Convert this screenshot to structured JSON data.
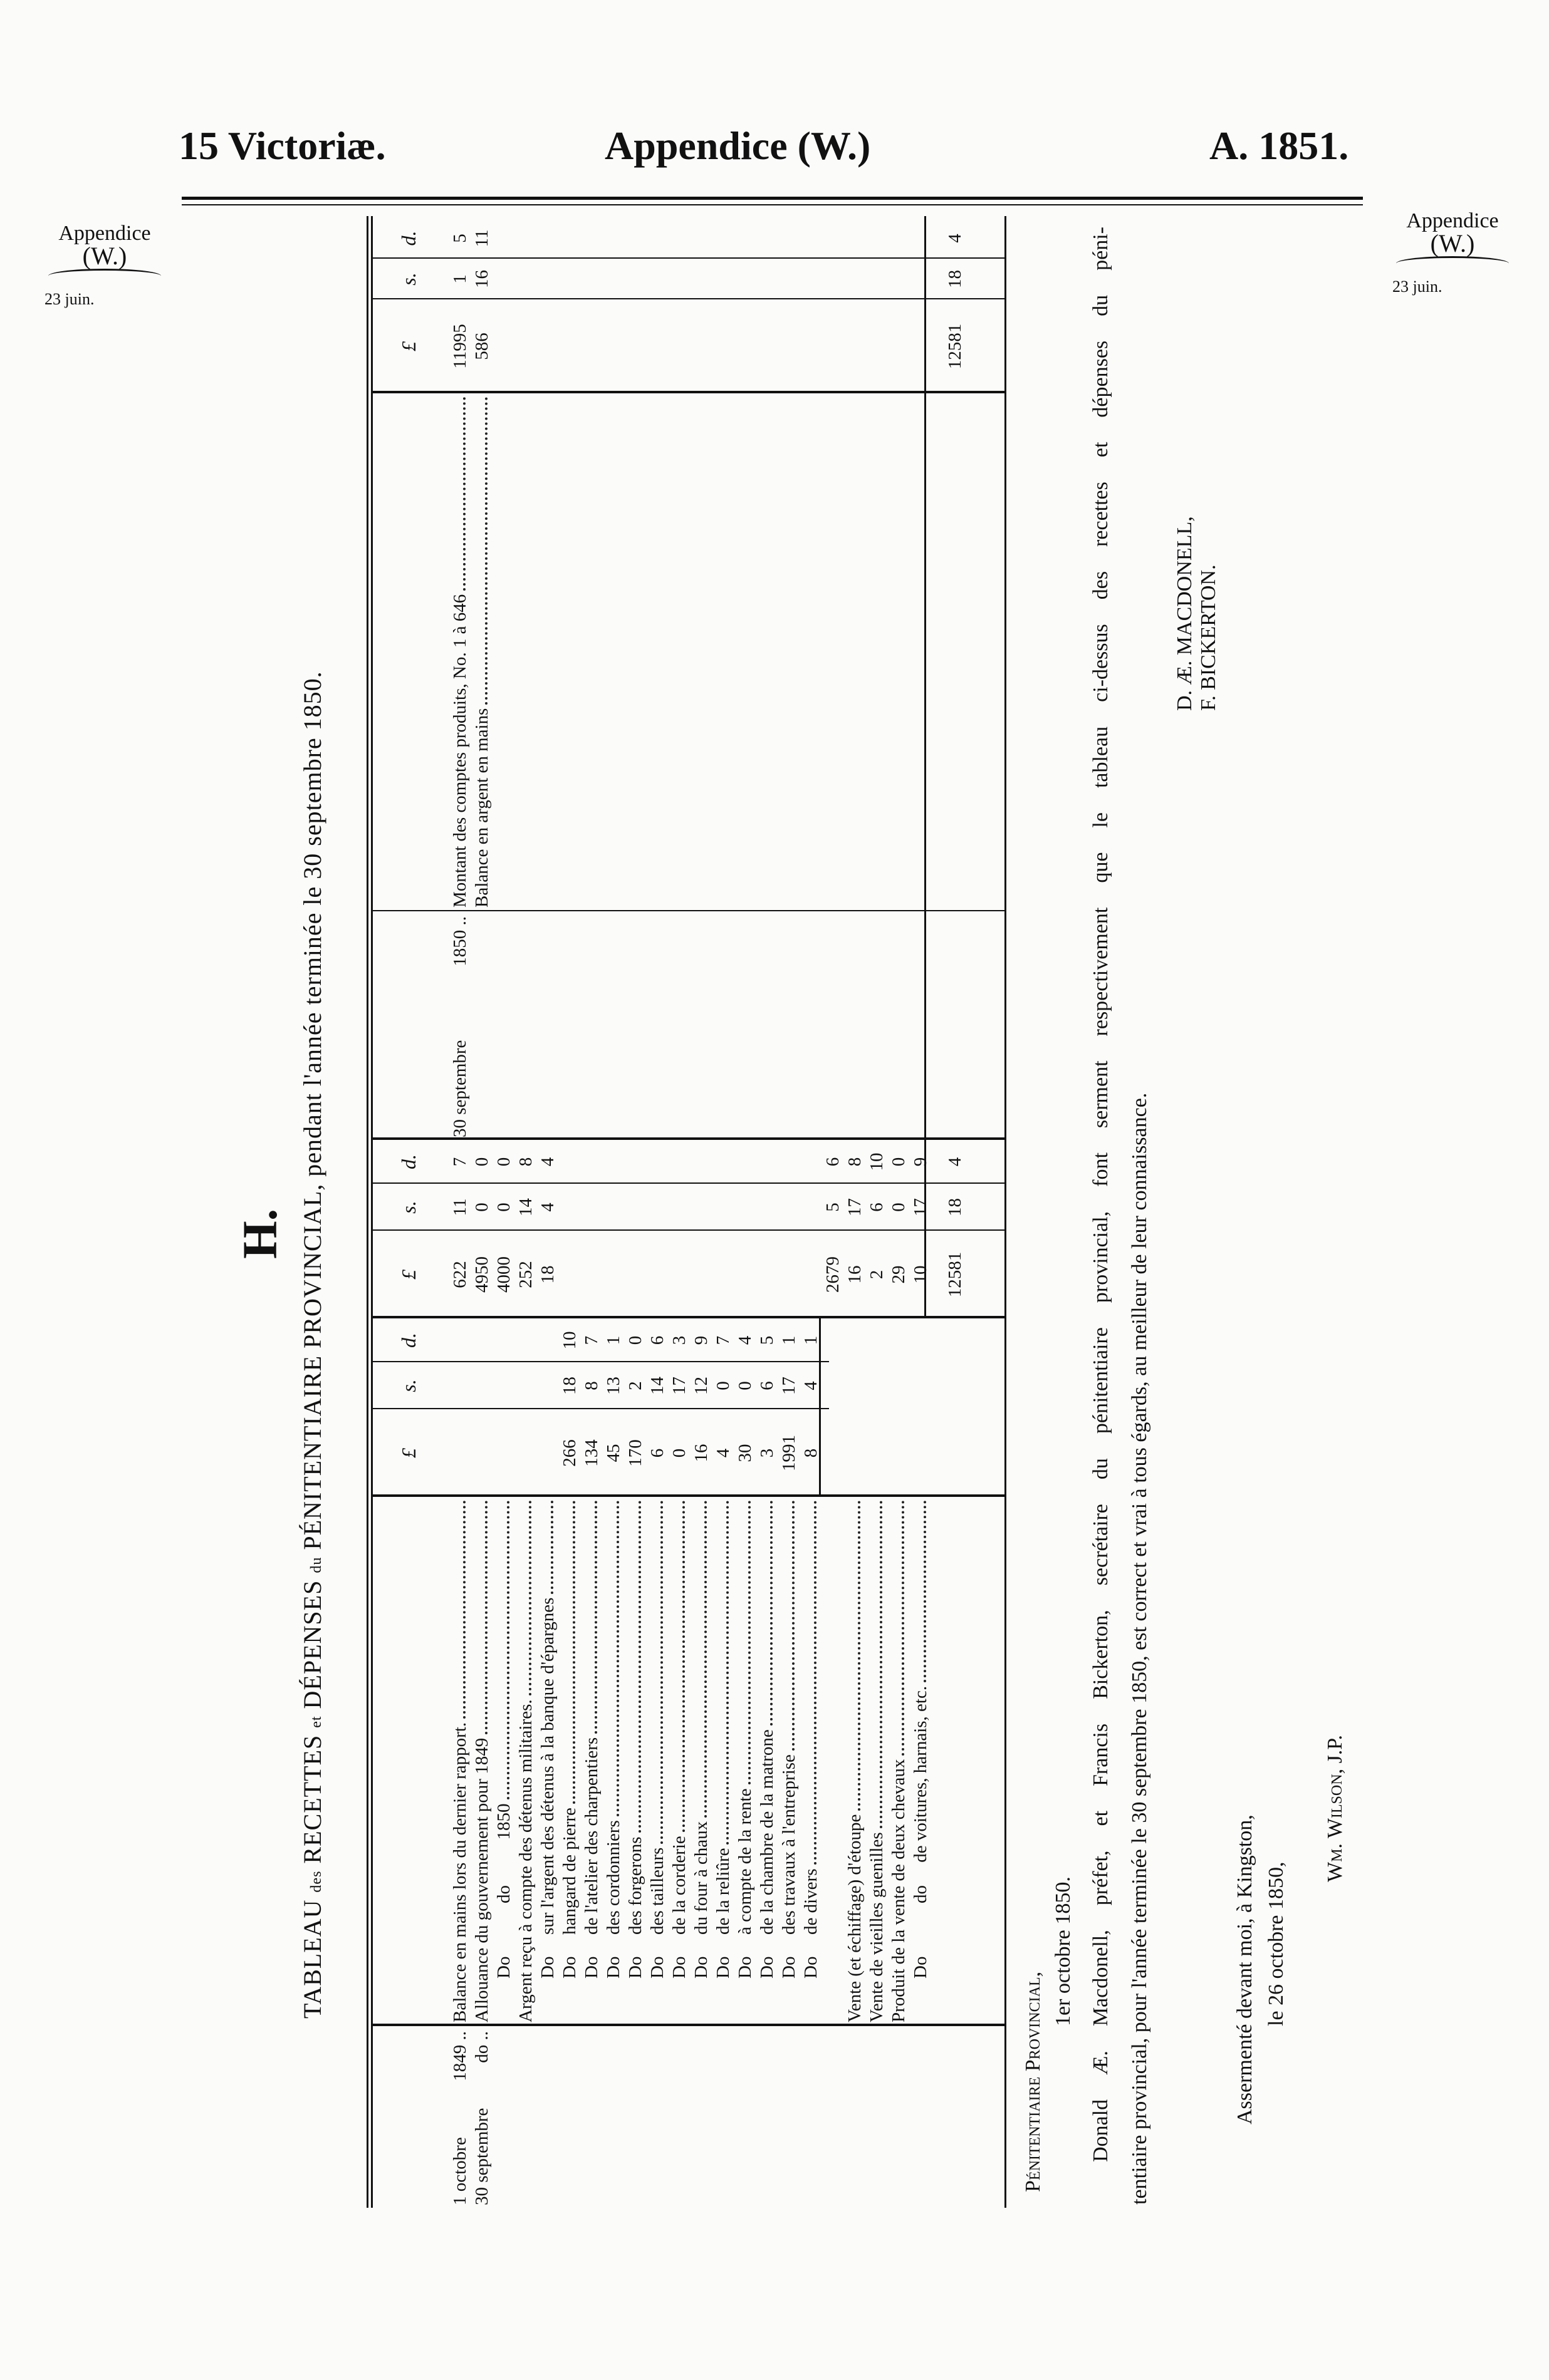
{
  "header": {
    "left": "15 Victoriæ.",
    "center": "Appendice (W.)",
    "right": "A. 1851."
  },
  "margin_left": {
    "line1": "Appendice",
    "line2": "(W.)",
    "date": "23 juin."
  },
  "margin_right": {
    "line1": "Appendice",
    "line2": "(W.)",
    "date": "23 juin."
  },
  "section_letter": "H.",
  "title": {
    "w1": "TABLEAU",
    "w2": "des",
    "w3": "RECETTES",
    "w4": "et",
    "w5": "DÉPENSES",
    "w6": "du",
    "w7": "PÉNITENTIAIRE PROVINCIAL, pendant l'année terminée le 30 septembre 1850."
  },
  "currency_headers": {
    "pound": "£",
    "shilling": "s.",
    "pence": "d."
  },
  "receipts": [
    {
      "date": "1 octobre",
      "year": "1849 ..",
      "prefix": "",
      "label": "Balance en mains lors du dernier rapport.",
      "total": [
        "622",
        "11",
        "7"
      ]
    },
    {
      "date": "30 septembre",
      "year": "do ..",
      "prefix": "",
      "label": "Allouance du gouvernement pour 1849",
      "total": [
        "4950",
        "0",
        "0"
      ]
    },
    {
      "prefix": "Do",
      "label": "do          1850",
      "total": [
        "4000",
        "0",
        "0"
      ]
    },
    {
      "prefix": "",
      "label": "Argent reçu à compte des détenus militaires.",
      "total": [
        "252",
        "14",
        "8"
      ]
    },
    {
      "prefix": "Do",
      "label": "sur l'argent des détenus à la banque d'épargnes",
      "total": [
        "18",
        "4",
        "4"
      ]
    },
    {
      "prefix": "Do",
      "label": "hangard de pierre",
      "sub": [
        "266",
        "18",
        "10"
      ]
    },
    {
      "prefix": "Do",
      "label": "de l'atelier des charpentiers",
      "sub": [
        "134",
        "8",
        "7"
      ]
    },
    {
      "prefix": "Do",
      "label": "des cordonniers",
      "sub": [
        "45",
        "13",
        "1"
      ]
    },
    {
      "prefix": "Do",
      "label": "des forgerons",
      "sub": [
        "170",
        "2",
        "0"
      ]
    },
    {
      "prefix": "Do",
      "label": "des tailleurs",
      "sub": [
        "6",
        "14",
        "6"
      ]
    },
    {
      "prefix": "Do",
      "label": "de la corderie",
      "sub": [
        "0",
        "17",
        "3"
      ]
    },
    {
      "prefix": "Do",
      "label": "du four à chaux",
      "sub": [
        "16",
        "12",
        "9"
      ]
    },
    {
      "prefix": "Do",
      "label": "de la reliûre",
      "sub": [
        "4",
        "0",
        "7"
      ]
    },
    {
      "prefix": "Do",
      "label": "à compte de la rente",
      "sub": [
        "30",
        "0",
        "4"
      ]
    },
    {
      "prefix": "Do",
      "label": "de la chambre de la matrone",
      "sub": [
        "3",
        "6",
        "5"
      ]
    },
    {
      "prefix": "Do",
      "label": "des travaux à l'entreprise",
      "sub": [
        "1991",
        "17",
        "1"
      ]
    },
    {
      "prefix": "Do",
      "label": "de divers",
      "sub": [
        "8",
        "4",
        "1"
      ]
    },
    {
      "prefix": "",
      "label": "",
      "total": [
        "2679",
        "5",
        "6"
      ]
    },
    {
      "prefix": "",
      "label": "Vente (et échiffage) d'étoupe",
      "total": [
        "16",
        "17",
        "8"
      ]
    },
    {
      "prefix": "",
      "label": "Vente de vieilles guenilles",
      "total": [
        "2",
        "6",
        "10"
      ]
    },
    {
      "prefix": "",
      "label": "Produit de la vente de deux chevaux",
      "total": [
        "29",
        "0",
        "0"
      ]
    },
    {
      "prefix": "Do",
      "label": "do     de voitures, harnais, etc.",
      "total": [
        "10",
        "17",
        "9"
      ]
    }
  ],
  "receipts_total": [
    "12581",
    "18",
    "4"
  ],
  "expenditures": [
    {
      "date": "30 septembre",
      "year": "1850 ..",
      "label": "Montant des comptes produits, No. 1 à 646",
      "amount": [
        "11995",
        "1",
        "5"
      ]
    },
    {
      "date": "",
      "year": "",
      "label": "Balance en argent en mains",
      "amount": [
        "586",
        "16",
        "11"
      ]
    }
  ],
  "expenditures_total": [
    "12581",
    "18",
    "4"
  ],
  "attestation": {
    "place": "Pénitentiaire Provincial,",
    "date": "1er octobre 1850.",
    "line1": "Donald Æ. Macdonell, préfet, et Francis Bickerton, secrétaire du pénitentiaire provincial, font serment respectivement que le tableau ci-dessus des recettes et dépenses du péni-",
    "line2": "tentiaire provincial, pour l'année terminée le 30 septembre 1850, est correct et vrai à tous égards, au meilleur de leur connaissance.",
    "signer1": "D. Æ. MACDONELL,",
    "signer2": "F. BICKERTON.",
    "sworn": "Assermenté devant moi, à Kingston,",
    "sworn_date": "le 26 octobre 1850,",
    "justice": "Wm. Wilson, J.P."
  }
}
